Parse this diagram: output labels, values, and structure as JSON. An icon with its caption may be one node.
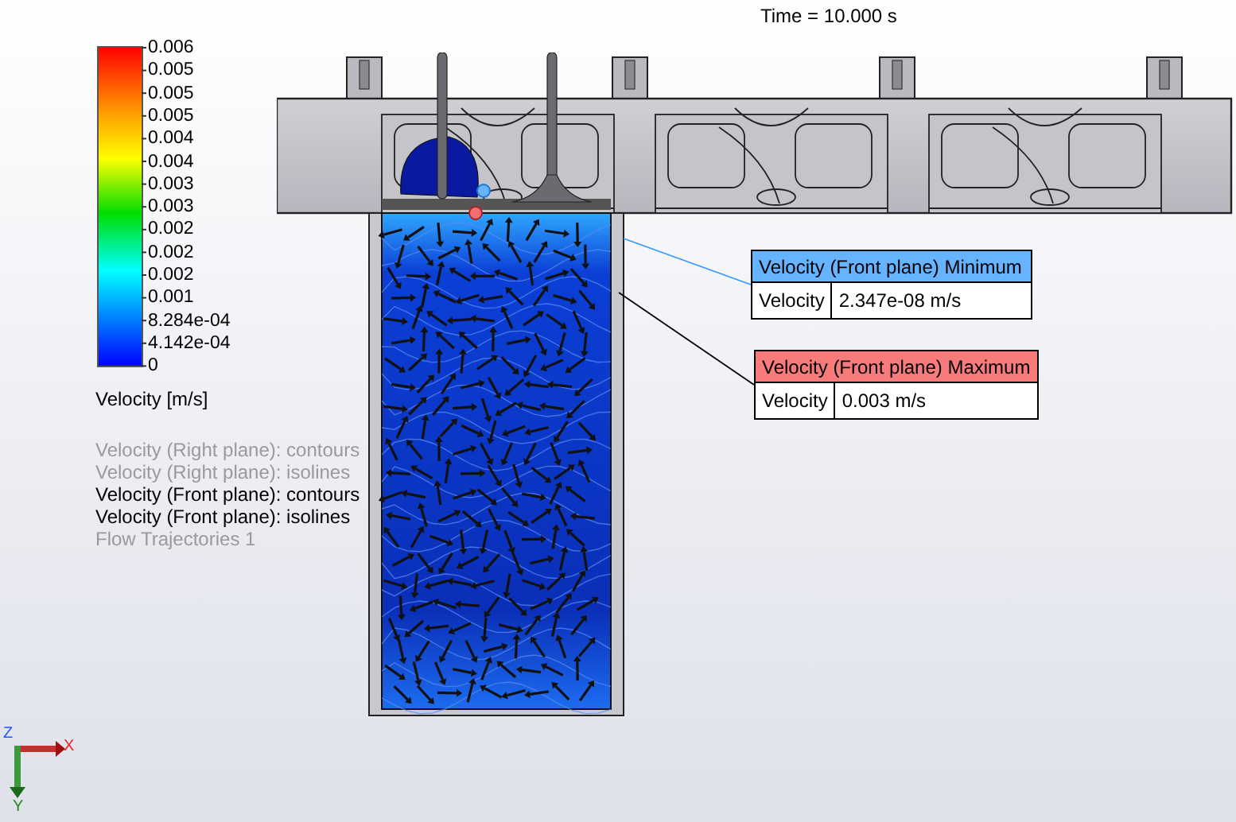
{
  "diagram": {
    "nodes": [
      {
        "text": [
          "Velocity (Front plane) Minimum",
          "Velocity",
          "2.347e-08 m/s"
        ]
      },
      {
        "text": [
          "Velocity (Front plane) Maximum",
          "Velocity",
          "0.003 m/s"
        ]
      }
    ],
    "edges": [
      {
        "from": 0,
        "to": null,
        "arrow": "none",
        "color": "#3399ff"
      },
      {
        "from": 1,
        "to": null,
        "arrow": "none",
        "color": "#000000"
      }
    ],
    "labels": [
      "Time = 10.000 s",
      "0.006",
      "0.005",
      "0.005",
      "0.005",
      "0.004",
      "0.004",
      "0.003",
      "0.003",
      "0.002",
      "0.002",
      "0.002",
      "0.001",
      "8.284e-04",
      "4.142e-04",
      "0",
      "Velocity [m/s]",
      "Velocity (Right plane): contours",
      "Velocity (Right plane): isolines",
      "Velocity (Front plane): contours",
      "Velocity (Front plane): isolines",
      "Flow Trajectories 1",
      "Z",
      "X",
      "Y"
    ]
  }
}
